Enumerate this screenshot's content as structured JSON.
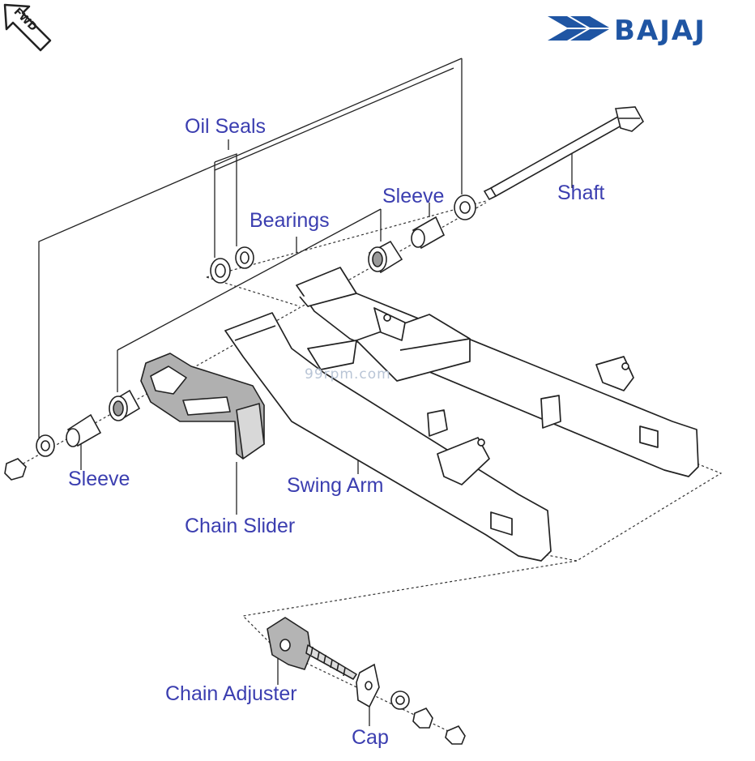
{
  "header": {
    "brand_text": "BAJAJ",
    "brand_color": "#1f55a3",
    "fwd_badge": "FWD",
    "watermark": "99rpm.com"
  },
  "labels": {
    "oil_seals": "Oil Seals",
    "bearings": "Bearings",
    "sleeve_top": "Sleeve",
    "shaft": "Shaft",
    "sleeve_bottom": "Sleeve",
    "chain_slider": "Chain Slider",
    "swing_arm": "Swing Arm",
    "chain_adjuster": "Chain Adjuster",
    "cap": "Cap"
  },
  "colors": {
    "label": "#3b3eb0",
    "line": "#222222",
    "part_fill": "#ffffff",
    "shade": "#9a9a9a"
  },
  "icons": [
    "fwd-arrow-icon",
    "bajaj-logo-icon"
  ]
}
